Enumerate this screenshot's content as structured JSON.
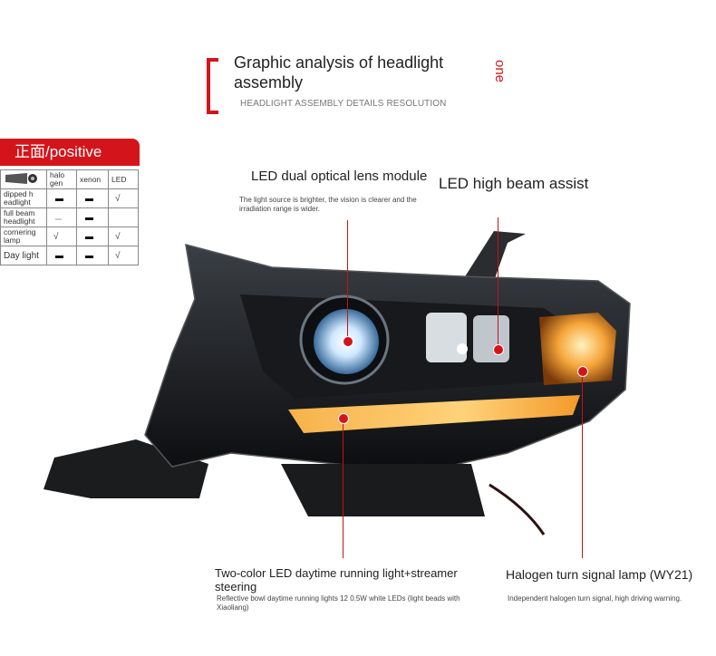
{
  "header": {
    "title": "Graphic analysis of headlight assembly",
    "subtitle": "HEADLIGHT ASSEMBLY DETAILS RESOLUTION",
    "vertical_tag": "one"
  },
  "spec_panel": {
    "tab_label": "正面/positive",
    "columns": [
      "",
      "halo gen",
      "xenon",
      "LED"
    ],
    "rows": [
      {
        "label": "dipped h eadlight",
        "halogen": "dash",
        "xenon": "dash",
        "led": "check"
      },
      {
        "label": "full beam headlight",
        "halogen": "faint",
        "xenon": "dash",
        "led": ""
      },
      {
        "label": "cornering lamp",
        "halogen": "check",
        "xenon": "dash",
        "led": "check"
      },
      {
        "label": "Day light",
        "halogen": "dash",
        "xenon": "dash",
        "led": "check"
      }
    ],
    "check_symbol": "√"
  },
  "callouts": {
    "lens_module": {
      "title": "LED dual optical lens module",
      "desc": "The light source is brighter, the vision is clearer and the irradiation range is wider."
    },
    "high_beam": {
      "title": "LED high beam assist"
    },
    "daytime": {
      "title": "Two-color LED daytime running light+streamer steering",
      "desc": "Reflective bowl daytime running lights 12 0.5W white LEDs (light beads with Xiaoliang)"
    },
    "turn_signal": {
      "title": "Halogen turn signal lamp (WY21)",
      "desc": "Independent halogen turn signal, high driving warning."
    }
  },
  "colors": {
    "accent": "#d4141b",
    "drl": "#f4a23a",
    "lens": "#bfe3ff"
  }
}
